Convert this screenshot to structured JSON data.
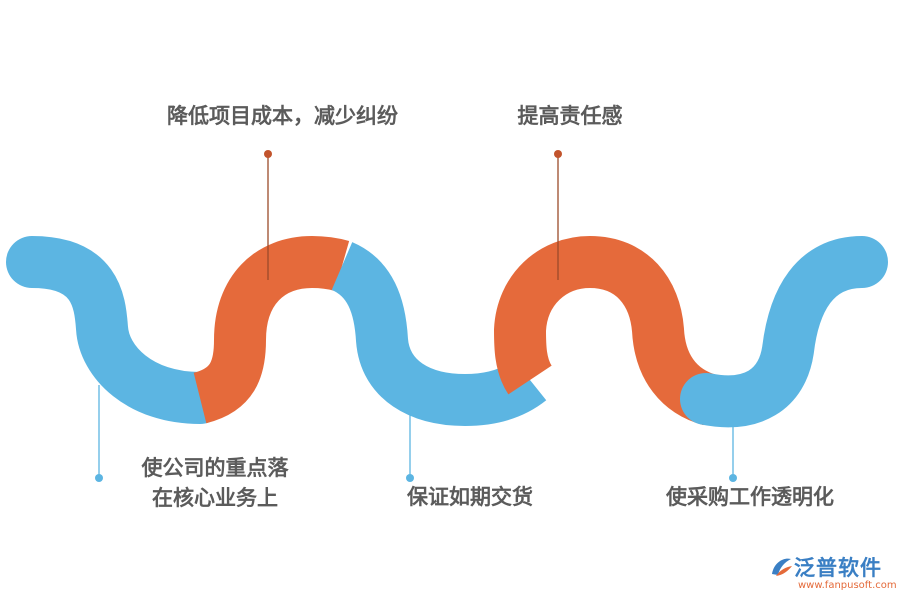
{
  "colors": {
    "blue": "#5cb5e2",
    "orange": "#e56a3b",
    "text": "#5b5b5b",
    "top_pin": "#c2542c",
    "bottom_pin": "#5cb5e2"
  },
  "labels": {
    "top_1": "降低项目成本，减少纠纷",
    "top_2": "提高责任感",
    "bottom_1_line1": "使公司的重点落",
    "bottom_1_line2": "在核心业务上",
    "bottom_2": "保证如期交货",
    "bottom_3": "使采购工作透明化"
  },
  "logo": {
    "name": "泛普软件",
    "url": "www.fanpusoft.com",
    "icon": "fanpu-logo-icon"
  }
}
